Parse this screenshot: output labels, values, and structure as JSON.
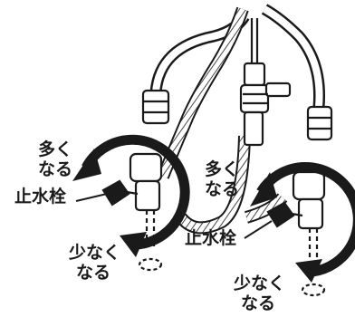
{
  "colors": {
    "ink": "#1a1a1a",
    "paper": "#ffffff"
  },
  "icons": [
    "rotate-arrow-icon",
    "valve-handle-icon",
    "braided-hose",
    "shutoff-valve"
  ],
  "labels": {
    "left": {
      "more_line1": "多く",
      "more_line2": "なる",
      "valve": "止水栓",
      "less_line1": "少なく",
      "less_line2": "なる"
    },
    "right": {
      "more_line1": "多く",
      "more_line2": "なる",
      "valve": "止水栓",
      "less_line1": "少なく",
      "less_line2": "なる"
    }
  }
}
